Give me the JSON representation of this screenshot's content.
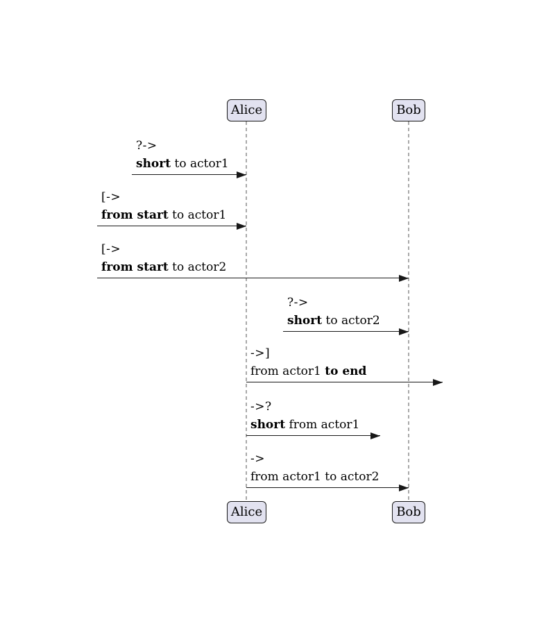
{
  "diagram": {
    "kind": "uml-sequence-diagram",
    "colors": {
      "background": "#FFFFFF",
      "actor_fill": "#E2E2F0",
      "actor_border": "#181818",
      "lifeline": "#A9A9A9",
      "arrow": "#181818",
      "text": "#000000"
    },
    "actors": [
      {
        "name": "Alice"
      },
      {
        "name": "Bob"
      }
    ],
    "messages": [
      {
        "syntax": "?->",
        "pre": "",
        "bold": "short",
        "post": " to actor1"
      },
      {
        "syntax": "[->",
        "pre": "",
        "bold": "from start",
        "post": " to actor1"
      },
      {
        "syntax": "[->",
        "pre": "",
        "bold": "from start",
        "post": " to actor2"
      },
      {
        "syntax": "?->",
        "pre": "",
        "bold": "short",
        "post": " to actor2"
      },
      {
        "syntax": "->]",
        "pre": "from actor1 ",
        "bold": "to end",
        "post": ""
      },
      {
        "syntax": "->?",
        "pre": "",
        "bold": "short",
        "post": " from actor1"
      },
      {
        "syntax": "->",
        "pre": "from actor1 to actor2",
        "bold": "",
        "post": ""
      }
    ]
  }
}
